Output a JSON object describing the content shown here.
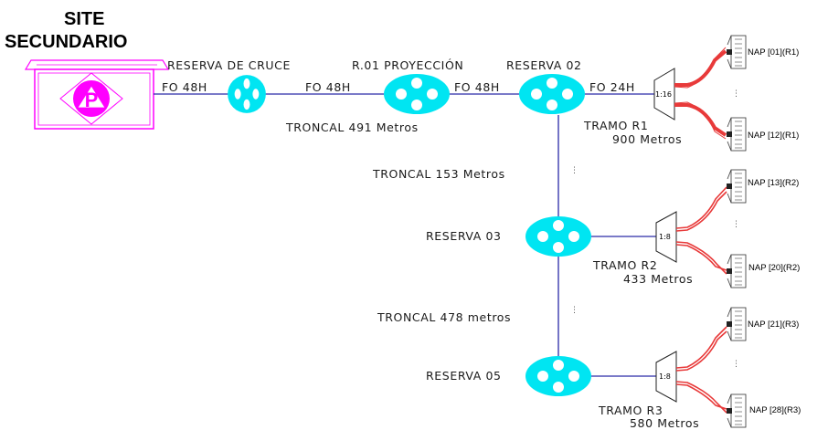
{
  "site": {
    "line1": "SITE",
    "line2": "SECUNDARIO",
    "logo_letter": "P"
  },
  "colors": {
    "fiber": "#2a2aa8",
    "node": "#00e5f2",
    "site": "#ff00ff",
    "drop": "#e83a3a",
    "ink": "#1a1a1a"
  },
  "nodes": {
    "cruce": "RESERVA DE CRUCE",
    "proyeccion": "R.01 PROYECCIÓN",
    "r02": "RESERVA 02",
    "r03": "RESERVA 03",
    "r05": "RESERVA 05"
  },
  "links": {
    "fo1": "FO 48H",
    "fo2": "FO 48H",
    "fo3": "FO 48H",
    "fo4": "FO 24H",
    "troncal_491": "TRONCAL  491 Metros",
    "troncal_153": "TRONCAL  153 Metros",
    "troncal_478": "TRONCAL  478 metros"
  },
  "tramos": [
    {
      "name": "TRAMO R1",
      "length": "900 Metros",
      "ratio": "1:16",
      "nap_first": "NAP [01](R1)",
      "nap_last": "NAP [12](R1)"
    },
    {
      "name": "TRAMO R2",
      "length": "433 Metros",
      "ratio": "1:8",
      "nap_first": "NAP [13](R2)",
      "nap_last": "NAP [20](R2)"
    },
    {
      "name": "TRAMO R3",
      "length": "580 Metros",
      "ratio": "1:8",
      "nap_first": "NAP [21](R3)",
      "nap_last": "NAP [28](R3)"
    }
  ],
  "continuation_mark": "⋮"
}
